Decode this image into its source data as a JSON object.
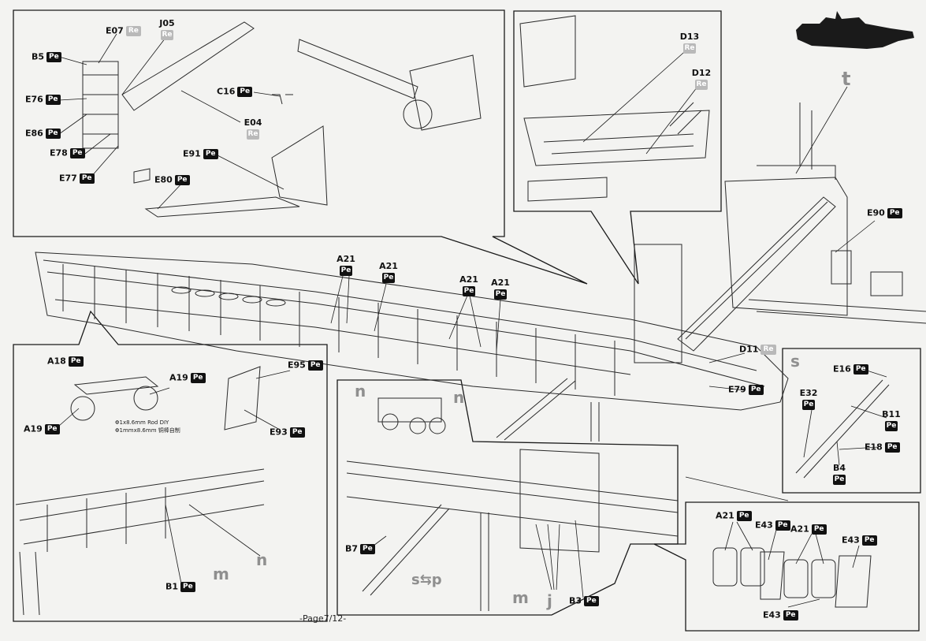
{
  "page_label": "-Page7/12-",
  "tags": {
    "pe": "Pe",
    "re": "Re"
  },
  "sections": {
    "t": "t",
    "s": "s",
    "n1": "n",
    "n2": "n",
    "n3": "n",
    "m1": "m",
    "m2": "m",
    "j": "j",
    "s_swap": "s⇆p"
  },
  "parts": {
    "E07": "E07",
    "J05": "J05",
    "B5": "B5",
    "E76": "E76",
    "E86": "E86",
    "E78": "E78",
    "E77": "E77",
    "E04": "E04",
    "C16": "C16",
    "E91": "E91",
    "E80": "E80",
    "D13": "D13",
    "D12": "D12",
    "E90": "E90",
    "D11": "D11",
    "E79": "E79",
    "E16": "E16",
    "E32": "E32",
    "B11": "B11",
    "E18": "E18",
    "B4": "B4",
    "A21a": "A21",
    "A21b": "A21",
    "A21c": "A21",
    "A21d": "A21",
    "A21e": "A21",
    "A21f": "A21",
    "E43a": "E43",
    "E43b": "E43",
    "E43c": "E43",
    "A18": "A18",
    "A19a": "A19",
    "A19b": "A19",
    "E95": "E95",
    "E93": "E93",
    "B1": "B1",
    "B7": "B7",
    "B3": "B3"
  },
  "rod_note": {
    "line1": "Φ1x8.6mm Rod DIY",
    "line2": "Φ1mmx8.6mm 铜棒自制"
  }
}
